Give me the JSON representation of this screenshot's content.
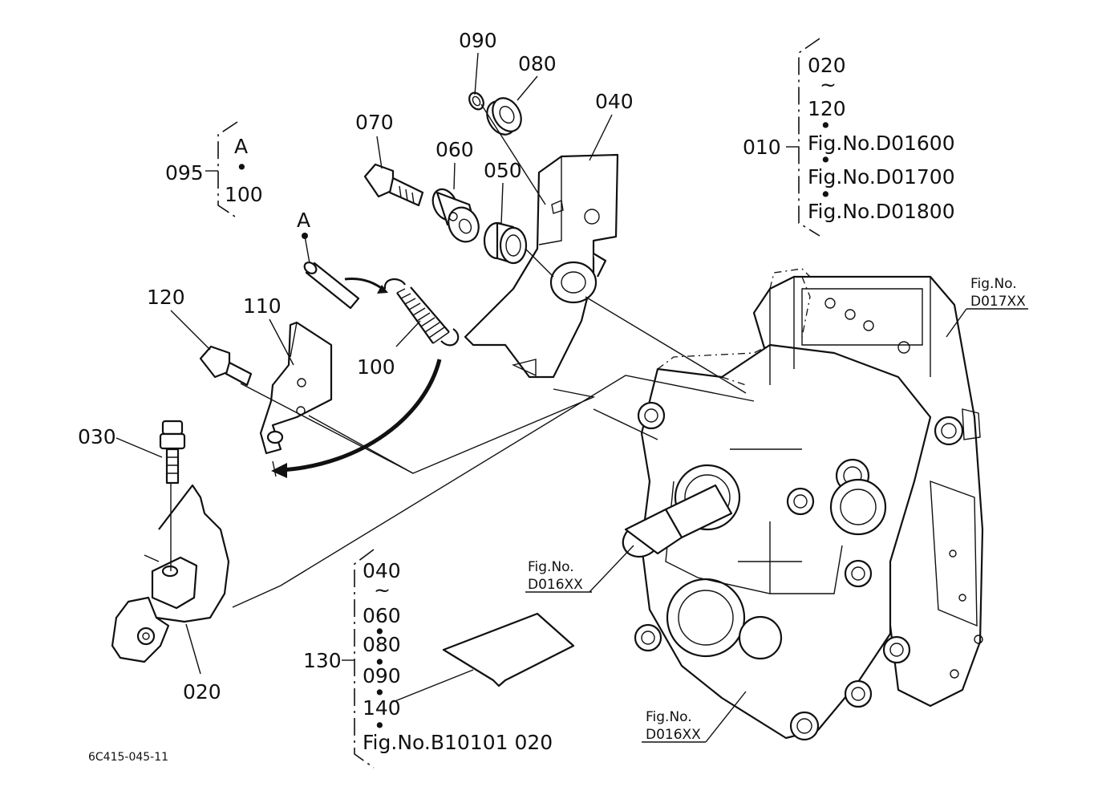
{
  "parts": {
    "p090": "090",
    "p080": "080",
    "p040": "040",
    "p070": "070",
    "p060": "060",
    "p050": "050",
    "p095": "095",
    "p120": "120",
    "p110": "110",
    "p100": "100",
    "p030": "030",
    "p020": "020",
    "pA": "A"
  },
  "group_010": {
    "callout": "010",
    "lines": [
      "020",
      "~",
      "120",
      "•",
      "Fig.No.D01600",
      "•",
      "Fig.No.D01700",
      "•",
      "Fig.No.D01800"
    ]
  },
  "group_095": {
    "lines": [
      "A",
      "•",
      "100"
    ]
  },
  "group_130": {
    "callout": "130",
    "lines": [
      "040",
      "~",
      "060",
      "•",
      "080",
      "•",
      "090",
      "•",
      "140",
      "•",
      "Fig.No.B10101  020"
    ]
  },
  "fig_refs": {
    "top_right": {
      "line1": "Fig.No.",
      "line2": "D017XX"
    },
    "middle": {
      "line1": "Fig.No.",
      "line2": "D016XX"
    },
    "bottom": {
      "line1": "Fig.No.",
      "line2": "D016XX"
    }
  },
  "drawing_number": "6C415-045-11"
}
